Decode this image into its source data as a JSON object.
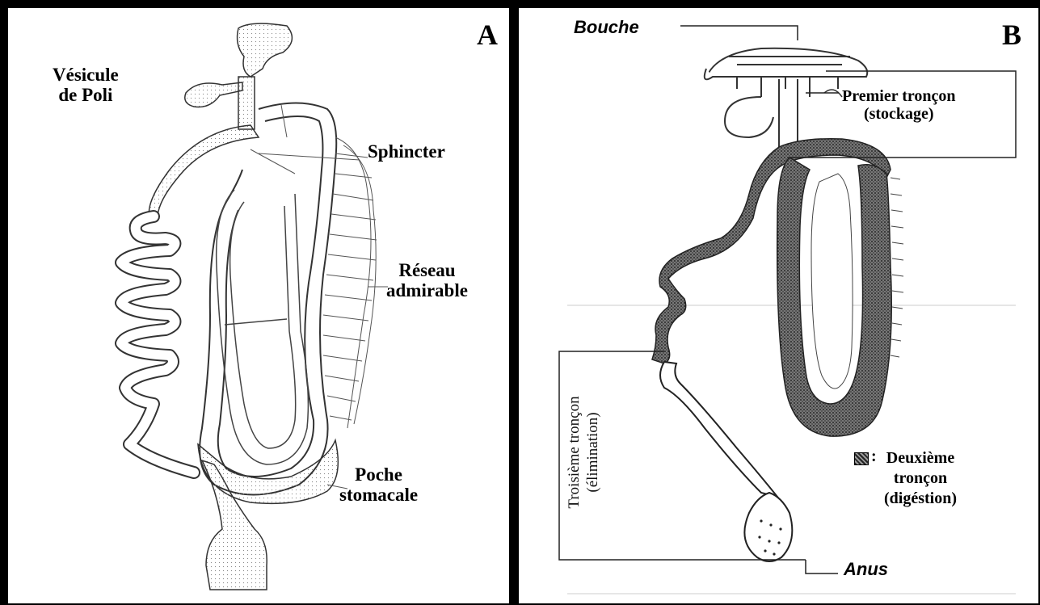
{
  "panel_a": {
    "letter": "A",
    "labels": {
      "vesicule_line1": "Vésicule",
      "vesicule_line2": "de Poli",
      "sphincter": "Sphincter",
      "reseau_line1": "Réseau",
      "reseau_line2": "admirable",
      "poche_line1": "Poche",
      "poche_line2": "stomacale"
    }
  },
  "panel_b": {
    "letter": "B",
    "labels": {
      "bouche": "Bouche",
      "premier_line1": "Premier tronçon",
      "premier_line2": "(stockage)",
      "deuxieme_line1": "Deuxième",
      "deuxieme_line2": "tronçon",
      "deuxieme_line3": "(digéstion)",
      "deuxieme_colon": ":",
      "troisieme_line1": "Troisième tronçon",
      "troisieme_line2": "(élimination)",
      "anus": "Anus"
    }
  },
  "colors": {
    "frame": "#000000",
    "paper": "#ffffff",
    "ink": "#222222",
    "stipple": "#3a3a3a"
  }
}
